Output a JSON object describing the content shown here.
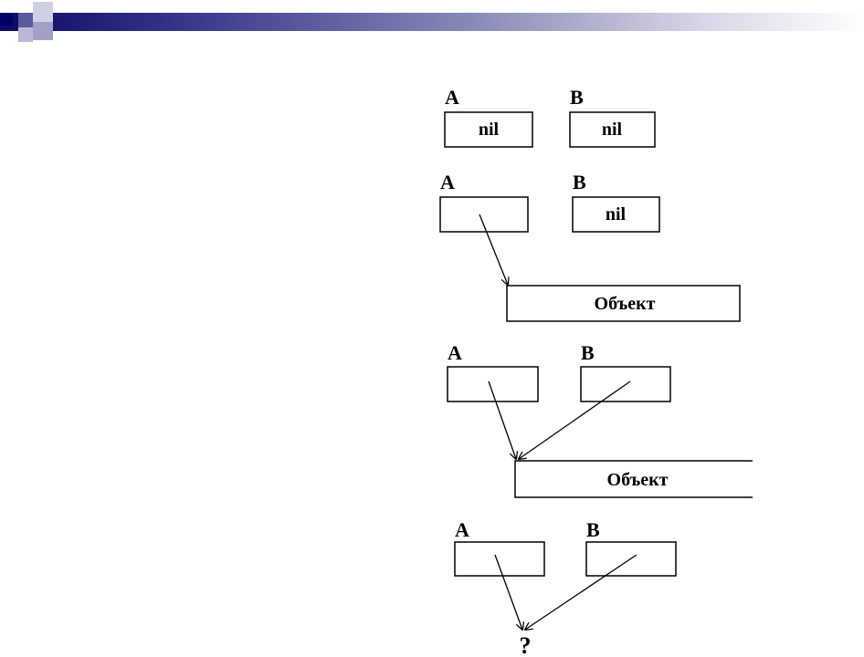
{
  "panels": [
    {
      "label_a": "A",
      "label_b": "B",
      "value_a": "nil",
      "value_b": "nil"
    },
    {
      "label_a": "A",
      "label_b": "B",
      "value_b": "nil",
      "object": "Объект"
    },
    {
      "label_a": "A",
      "label_b": "B",
      "object": "Объект"
    },
    {
      "label_a": "A",
      "label_b": "B",
      "unknown": "?"
    }
  ]
}
